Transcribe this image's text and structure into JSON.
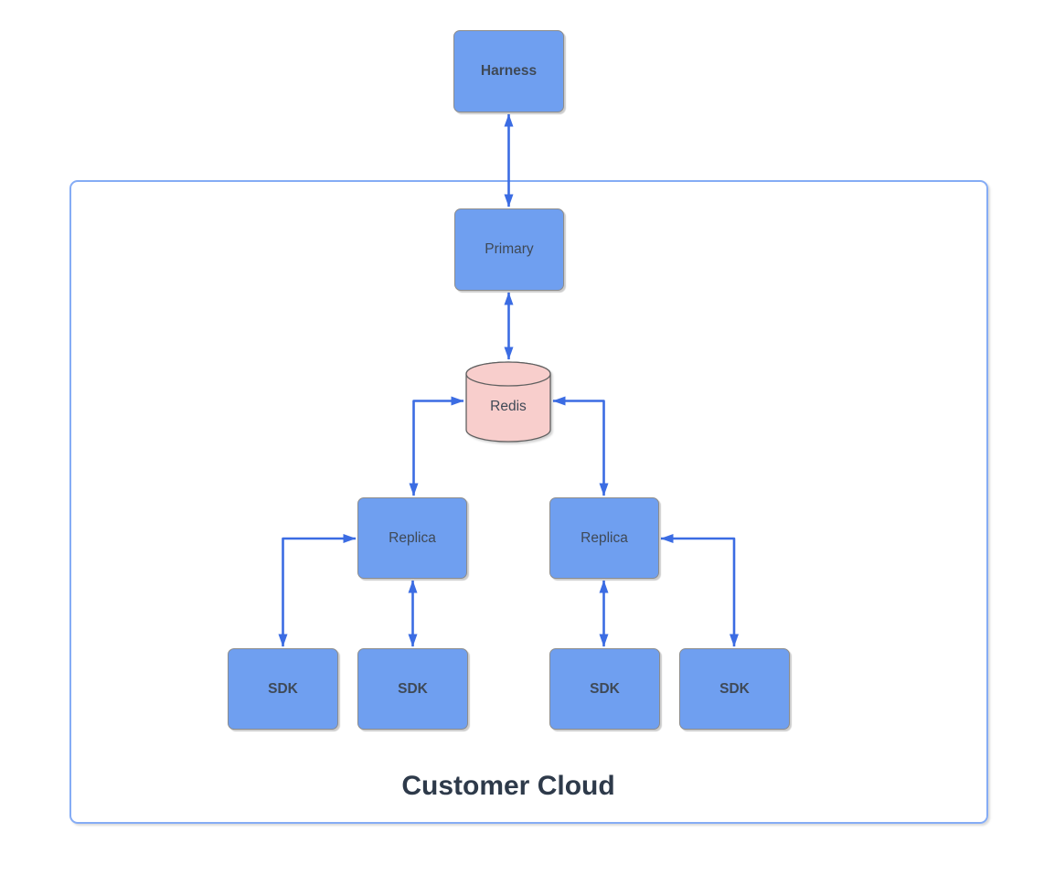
{
  "diagram": {
    "title": "Customer Cloud",
    "nodes": {
      "harness": {
        "label": "Harness",
        "shape": "rounded-rect",
        "emphasis": "bold"
      },
      "primary": {
        "label": "Primary",
        "shape": "rounded-rect",
        "emphasis": "regular"
      },
      "redis": {
        "label": "Redis",
        "shape": "cylinder",
        "emphasis": "regular"
      },
      "replica_left": {
        "label": "Replica",
        "shape": "rounded-rect",
        "emphasis": "regular"
      },
      "replica_right": {
        "label": "Replica",
        "shape": "rounded-rect",
        "emphasis": "regular"
      },
      "sdk_1": {
        "label": "SDK",
        "shape": "rounded-rect",
        "emphasis": "bold"
      },
      "sdk_2": {
        "label": "SDK",
        "shape": "rounded-rect",
        "emphasis": "bold"
      },
      "sdk_3": {
        "label": "SDK",
        "shape": "rounded-rect",
        "emphasis": "bold"
      },
      "sdk_4": {
        "label": "SDK",
        "shape": "rounded-rect",
        "emphasis": "bold"
      }
    },
    "edges": [
      {
        "from": "harness",
        "to": "primary",
        "arrows": "both"
      },
      {
        "from": "primary",
        "to": "redis",
        "arrows": "both"
      },
      {
        "from": "redis",
        "to": "replica_left",
        "arrows": "both"
      },
      {
        "from": "redis",
        "to": "replica_right",
        "arrows": "both"
      },
      {
        "from": "replica_left",
        "to": "sdk_1",
        "arrows": "both"
      },
      {
        "from": "replica_left",
        "to": "sdk_2",
        "arrows": "both"
      },
      {
        "from": "replica_right",
        "to": "sdk_3",
        "arrows": "both"
      },
      {
        "from": "replica_right",
        "to": "sdk_4",
        "arrows": "both"
      }
    ],
    "colors": {
      "background": "#ffffff",
      "node_fill": "#6f9ff0",
      "node_border": "#8c8c8c",
      "node_text": "#3f4956",
      "redis_fill": "#f8cecc",
      "redis_border": "#606060",
      "arrow": "#3b6ce3",
      "container_border": "#85acf5",
      "title_text": "#2e3a4a"
    }
  }
}
